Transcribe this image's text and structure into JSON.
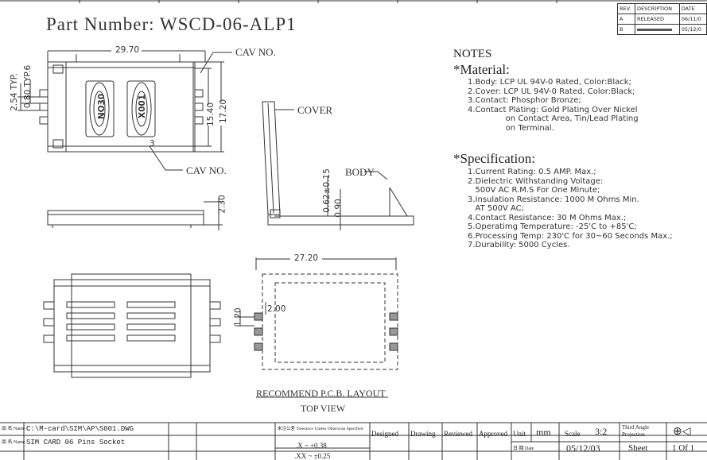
{
  "title": "Part Number: WSCD-06-ALP1",
  "revision_table": {
    "headers": [
      "REV.",
      "DESCRIPTION",
      "DATE"
    ],
    "rows": [
      [
        "A",
        "RELEASED",
        "06/11/0"
      ],
      [
        "B",
        "",
        "05/12/0"
      ]
    ]
  },
  "notes": {
    "heading": "NOTES",
    "material_heading": "*Material:",
    "material": [
      "1.Body: LCP UL 94V-0 Rated, Color:Black;",
      "2.Cover: LCP UL 94V-0 Rated, Color:Black;",
      "3.Contact: Phosphor Bronze;",
      "4.Contact Plating: Gold Plating Over Nickel",
      "               on Contact Area, Tin/Lead Plating",
      "               on Terminal."
    ],
    "spec_heading": "*Specification:",
    "specification": [
      "1.Current Rating: 0.5 AMP. Max.;",
      "2.Dielectric Withstanding Voltage:",
      "   500V AC R.M.S For One Minute;",
      "3.Insulation Resistance: 1000 M Ohms Min.",
      "   AT 500V AC;",
      "4.Contact Resistance: 30 M Ohms Max.;",
      "5.Operatimg Temperature: -25'C to +85'C;",
      "6.Processing Temp: 230'C for 30~60 Seconds Max.;",
      "7.Durability: 5000 Cycles."
    ]
  },
  "labels": {
    "cav_no_top": "CAV NO.",
    "cav_no_bottom": "CAV NO.",
    "cover": "COVER",
    "body": "BODY",
    "pcb_layout": "RECOMMEND P.C.B. LAYOUT",
    "top_view": "TOP VIEW",
    "cav_digit": "3",
    "marking_left": "NO30",
    "marking_right": "X001"
  },
  "dimensions": {
    "d_29_70": "29.70",
    "d_2_54": "2.54 TYP.",
    "d_0_80": "0.80 TYP.6",
    "d_15_40": "15.40",
    "d_17_20": "17.20",
    "d_2_30": "2.30",
    "d_0_62": "0.62±0.15",
    "d_0_90": "0.90",
    "d_27_20": "27.20",
    "d_1_20": "1.20",
    "d_2_00": "2.00"
  },
  "title_block": {
    "file_name_label": "品 名 Name",
    "file_path": "C:\\M-card\\SIM\\AP\\S001.DWG",
    "part_label": "品 名 Name",
    "part_name": "SIM CARD 06 Pins Socket",
    "tolerance_header": "未注公差  Tolerance Unless Otherwise Specified",
    "tol_x": ".X  ~  ±0.38",
    "tol_xx": ".XX  ~  ±0.25",
    "designed": "Designed",
    "drawing": "Drawing",
    "reviewed": "Reviewed",
    "approved": "Approved",
    "unit_label": "Unit",
    "unit": "mm",
    "scale_label": "Scale",
    "scale": "3:2",
    "projection": "Third Angle Projection",
    "date_label": "日 期 Date",
    "date": "05/12/03",
    "sheet_label": "Sheet",
    "sheet": "1 Of 1"
  }
}
